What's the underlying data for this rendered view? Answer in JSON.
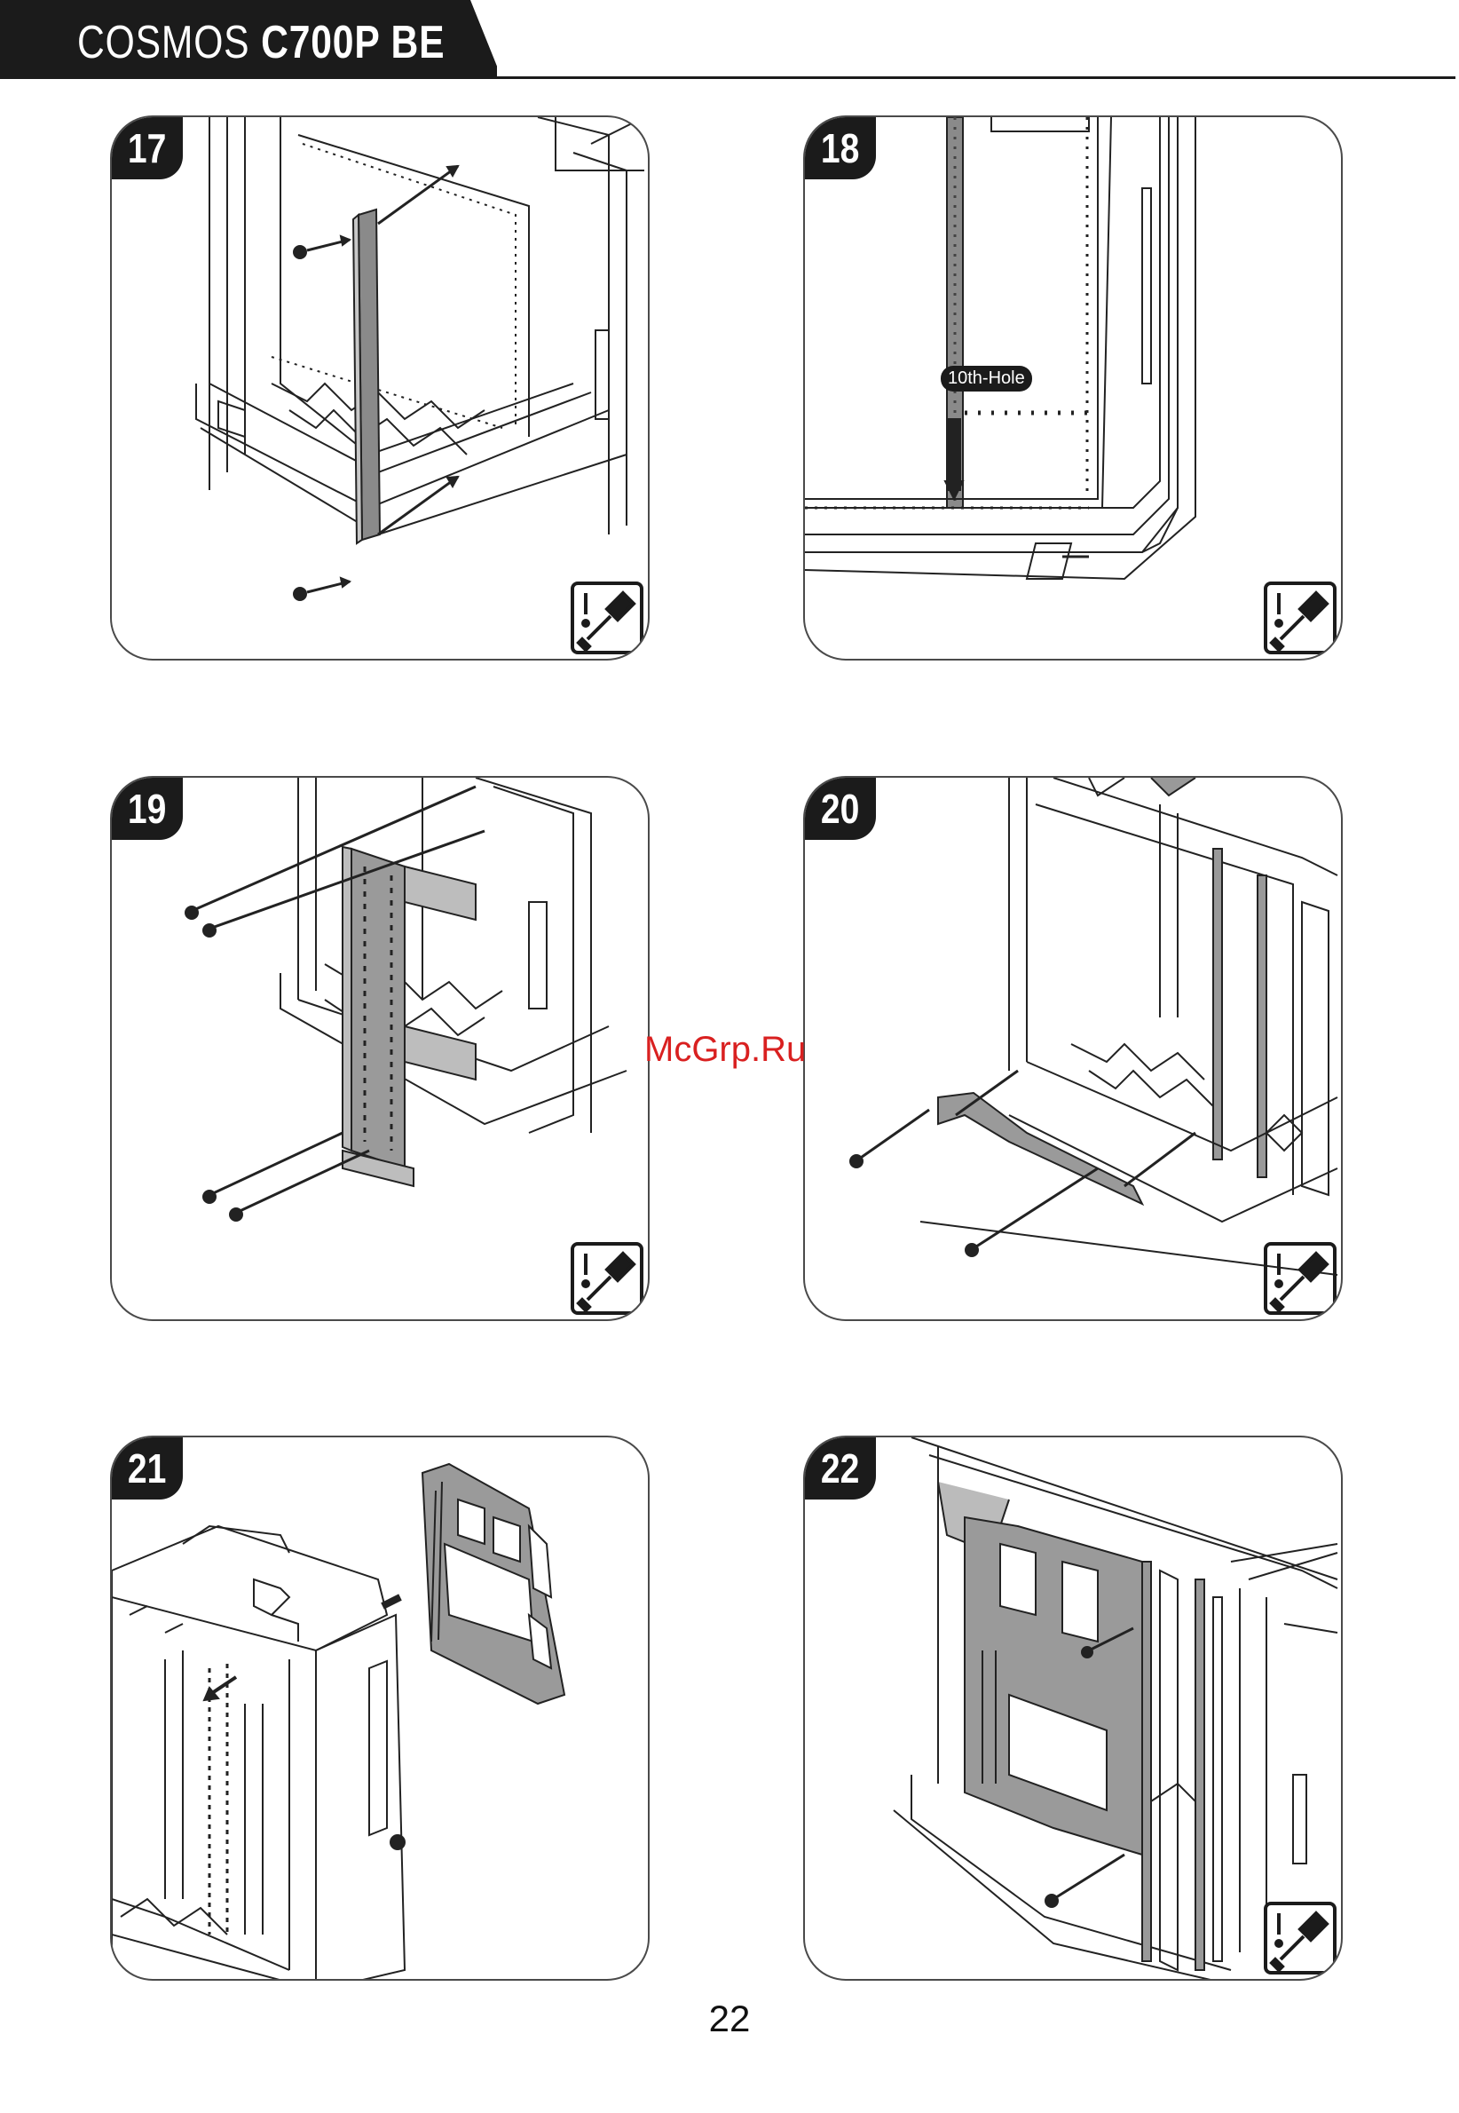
{
  "header": {
    "brand": "COSMOS",
    "model": "C700P BE"
  },
  "steps": [
    {
      "number": "17"
    },
    {
      "number": "18",
      "hole_label": "10th-Hole"
    },
    {
      "number": "19"
    },
    {
      "number": "20"
    },
    {
      "number": "21"
    },
    {
      "number": "22"
    }
  ],
  "icons": {
    "screwdriver": "screwdriver-caution-icon"
  },
  "watermark": "McGrp.Ru",
  "page_number": "22",
  "colors": {
    "ink": "#1b1b1b",
    "bracket_fill": "#8a8a8a",
    "watermark": "#d92020"
  }
}
